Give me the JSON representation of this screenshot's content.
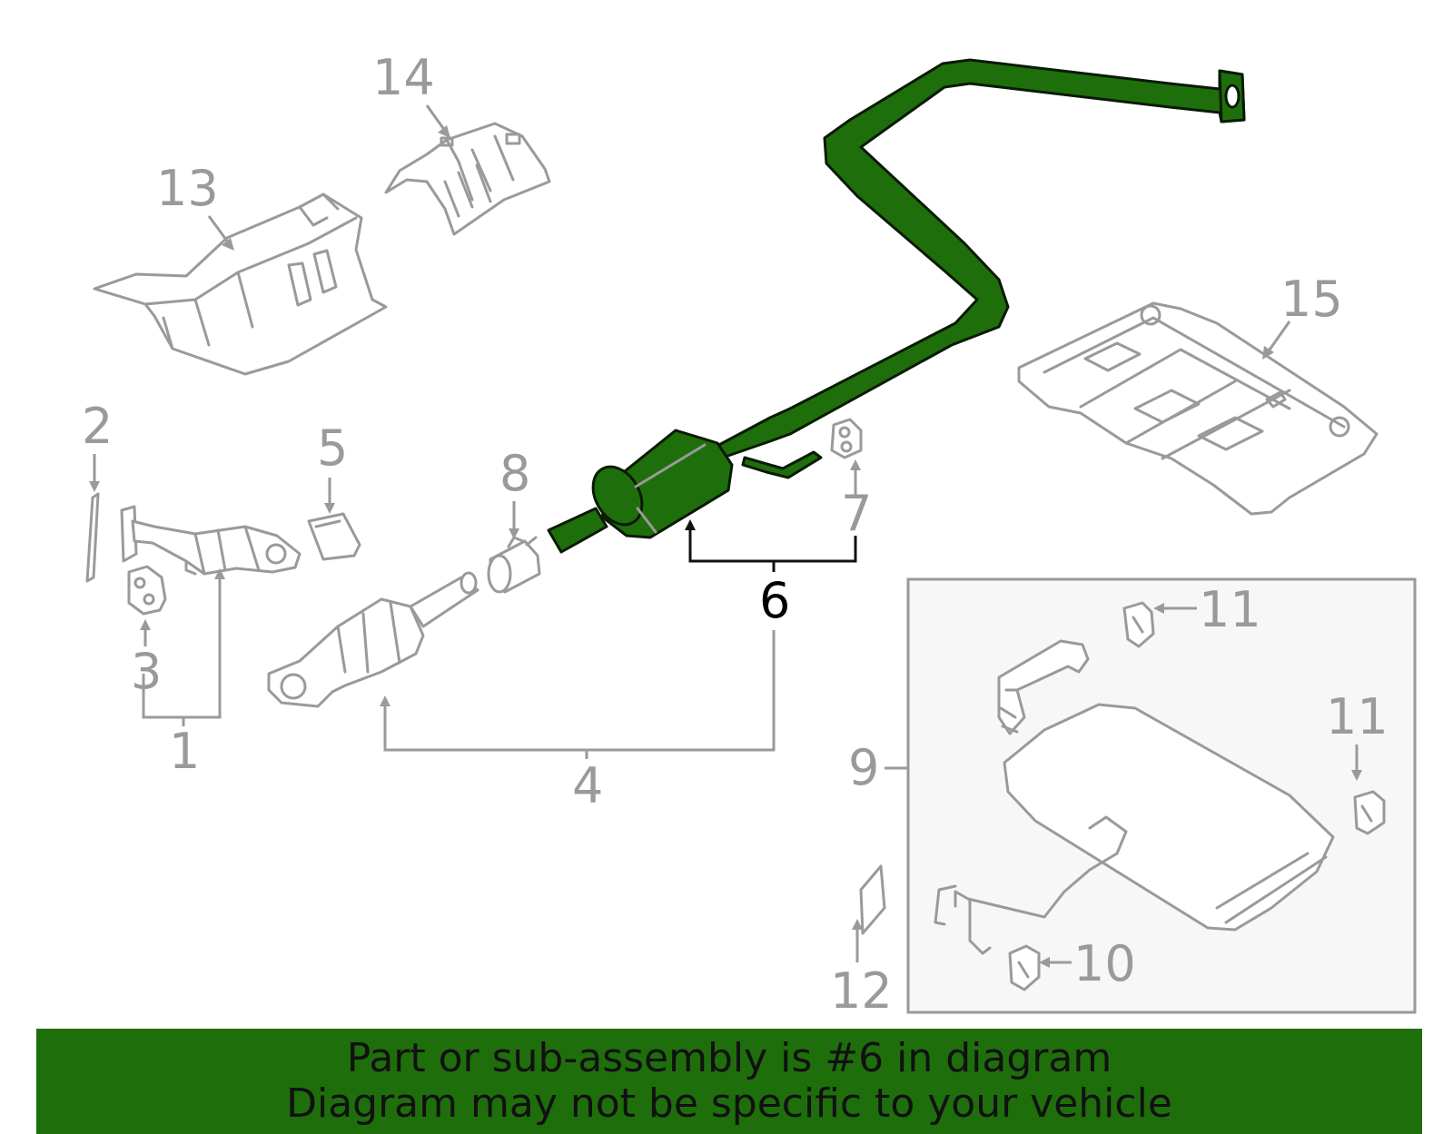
{
  "diagram": {
    "highlight_color": "#1f6e0c",
    "callouts": [
      {
        "id": "1",
        "label": "1"
      },
      {
        "id": "2",
        "label": "2"
      },
      {
        "id": "3",
        "label": "3"
      },
      {
        "id": "4",
        "label": "4"
      },
      {
        "id": "5",
        "label": "5"
      },
      {
        "id": "6",
        "label": "6",
        "highlighted": true
      },
      {
        "id": "7",
        "label": "7"
      },
      {
        "id": "8",
        "label": "8"
      },
      {
        "id": "9",
        "label": "9"
      },
      {
        "id": "10",
        "label": "10"
      },
      {
        "id": "11a",
        "label": "11"
      },
      {
        "id": "11b",
        "label": "11"
      },
      {
        "id": "12",
        "label": "12"
      },
      {
        "id": "13",
        "label": "13"
      },
      {
        "id": "14",
        "label": "14"
      },
      {
        "id": "15",
        "label": "15"
      }
    ]
  },
  "banner": {
    "line1": "Part or sub-assembly is #6 in diagram",
    "line2": "Diagram may not be specific to your vehicle",
    "background": "#1f6e0c"
  }
}
